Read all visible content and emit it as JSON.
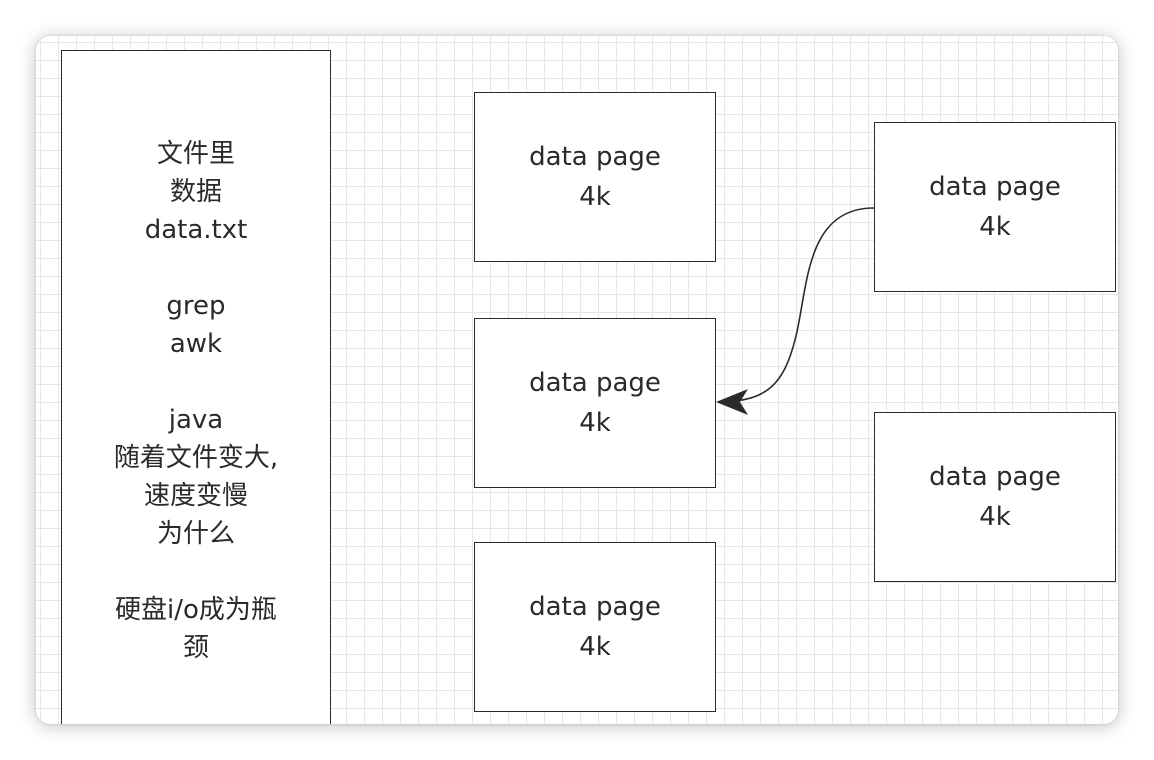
{
  "notes": {
    "lines": [
      "文件里",
      "数据",
      "data.txt",
      "",
      "grep",
      "awk",
      "",
      "java",
      "随着文件变大,",
      "速度变慢",
      "为什么",
      "",
      "硬盘i/o成为瓶",
      "颈"
    ]
  },
  "pages": [
    {
      "label": "data page",
      "size": "4k"
    },
    {
      "label": "data page",
      "size": "4k"
    },
    {
      "label": "data page",
      "size": "4k"
    },
    {
      "label": "data page",
      "size": "4k"
    },
    {
      "label": "data page",
      "size": "4k"
    }
  ],
  "colors": {
    "stroke": "#2b2b2b",
    "grid": "#e6e6e6"
  }
}
